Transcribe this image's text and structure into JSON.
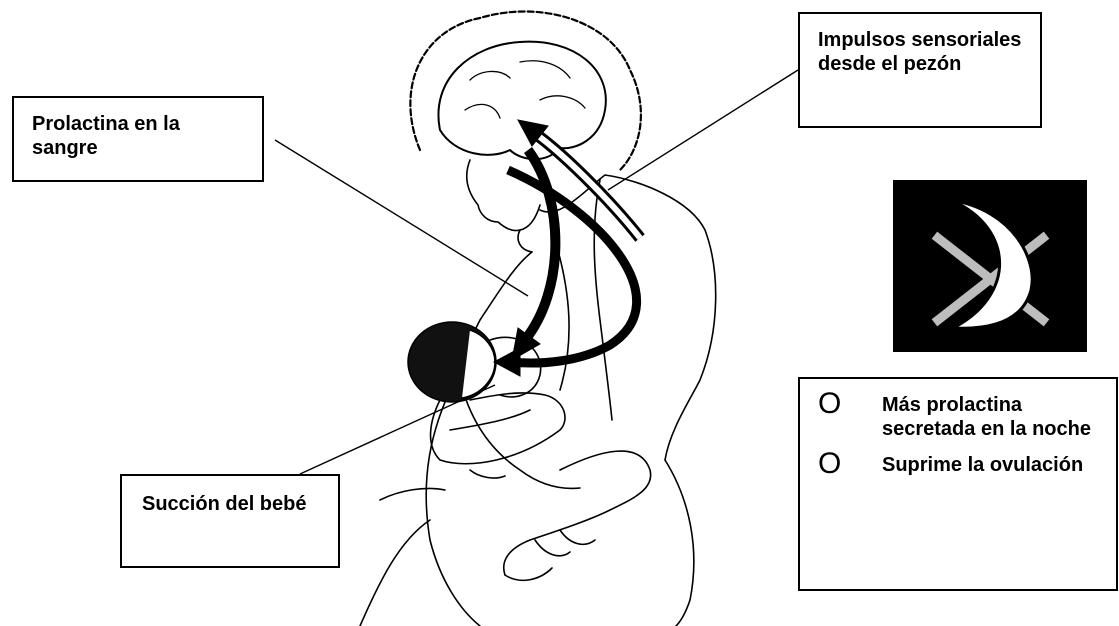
{
  "labels": {
    "prolactin_blood": "Prolactina en la sangre",
    "sensory_impulses": "Impulsos sensoriales desde el pezón",
    "baby_suction": "Succión del bebé"
  },
  "notes": [
    {
      "bullet": "O",
      "text": "Más prolactina secretada en la noche"
    },
    {
      "bullet": "O",
      "text": "Suprime la ovulación"
    }
  ],
  "icons": {
    "night": "moon-icon",
    "illustration": "breastfeeding-mother-icon"
  },
  "colors": {
    "line": "#000000",
    "background": "#ffffff",
    "panel": "#000000",
    "cross": "#bdbdbd"
  }
}
